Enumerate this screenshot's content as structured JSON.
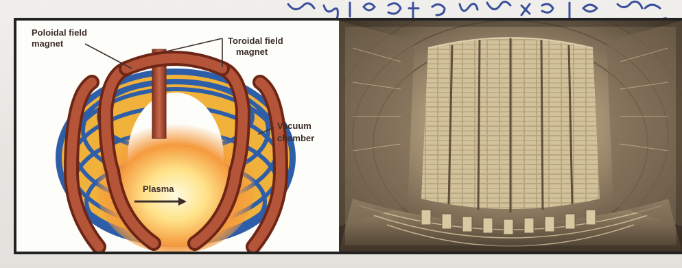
{
  "handwritten_note": "",
  "diagram": {
    "labels": {
      "poloidal_line1": "Poloidal field",
      "poloidal_line2": "magnet",
      "toroidal_line1": "Toroidal field",
      "toroidal_line2": "magnet",
      "vacuum_line1": "Vacuum",
      "vacuum_line2": "chamber",
      "plasma": "Plasma"
    },
    "colors": {
      "coil": "#a2432b",
      "coil_light": "#c8684a",
      "torus_band": "#f0b23a",
      "torus_outline": "#2f5ea8",
      "plasma_core": "#fff3b0",
      "plasma_glow": "#f59a3e"
    }
  },
  "photo": {
    "subject": "tokamak-vacuum-vessel-interior",
    "colors": {
      "wall": "#8a7860",
      "tile": "#c9b88f",
      "shadow": "#3f3428",
      "highlight": "#efe3c5"
    }
  }
}
